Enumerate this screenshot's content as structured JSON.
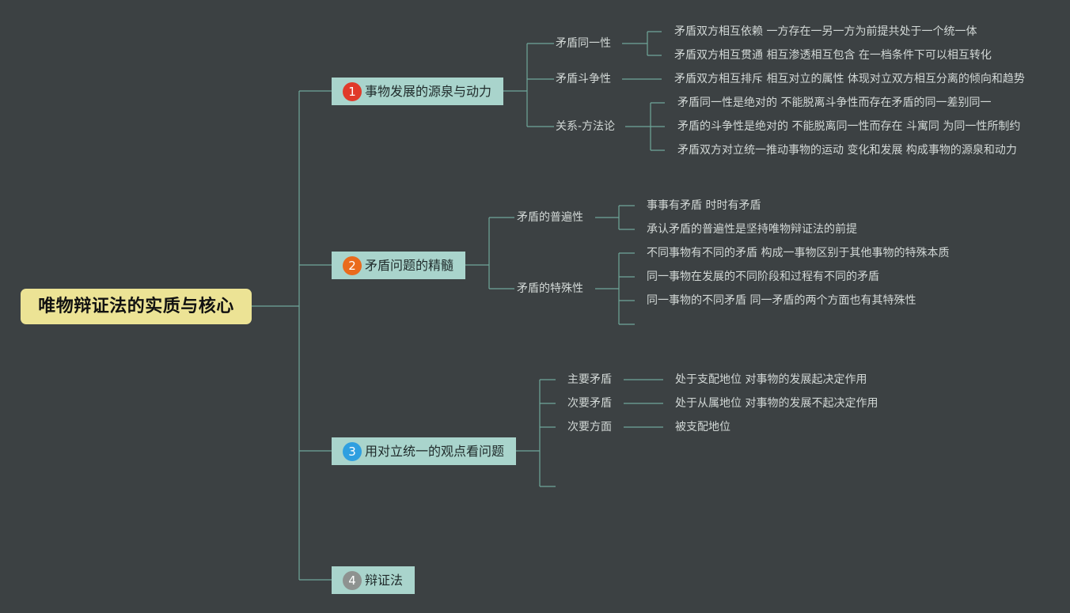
{
  "root": {
    "title": "唯物辩证法的实质与核心"
  },
  "branches": [
    {
      "number": "1",
      "badge_color": "#e03a2a",
      "label": "事物发展的源泉与动力",
      "children": [
        {
          "label": "矛盾同一性",
          "items": [
            "矛盾双方相互依赖 一方存在一另一方为前提共处于一个统一体",
            "矛盾双方相互贯通 相互渗透相互包含 在一档条件下可以相互转化"
          ]
        },
        {
          "label": "矛盾斗争性",
          "items": [
            "矛盾双方相互排斥 相互对立的属性 体现对立双方相互分离的倾向和趋势"
          ]
        },
        {
          "label": "关系-方法论",
          "items": [
            "矛盾同一性是绝对的 不能脱离斗争性而存在矛盾的同一差别同一",
            "矛盾的斗争性是绝对的 不能脱离同一性而存在 斗寓同 为同一性所制约",
            "矛盾双方对立统一推动事物的运动 变化和发展 构成事物的源泉和动力"
          ]
        }
      ]
    },
    {
      "number": "2",
      "badge_color": "#ea6a1c",
      "label": "矛盾问题的精髓",
      "children": [
        {
          "label": "矛盾的普遍性",
          "items": [
            "事事有矛盾 时时有矛盾",
            "承认矛盾的普遍性是坚持唯物辩证法的前提"
          ]
        },
        {
          "label": "矛盾的特殊性",
          "items": [
            "不同事物有不同的矛盾 构成一事物区别于其他事物的特殊本质",
            "同一事物在发展的不同阶段和过程有不同的矛盾",
            "同一事物的不同矛盾 同一矛盾的两个方面也有其特殊性"
          ]
        }
      ]
    },
    {
      "number": "3",
      "badge_color": "#2f9fe0",
      "label": "用对立统一的观点看问题",
      "children": [
        {
          "label": "主要矛盾",
          "items": [
            "处于支配地位 对事物的发展起决定作用"
          ]
        },
        {
          "label": "次要矛盾",
          "items": [
            "处于从属地位 对事物的发展不起决定作用"
          ]
        },
        {
          "label": "次要方面",
          "items": [
            "被支配地位"
          ]
        }
      ]
    },
    {
      "number": "4",
      "badge_color": "#8e9290",
      "label": "辩证法",
      "children": []
    }
  ]
}
